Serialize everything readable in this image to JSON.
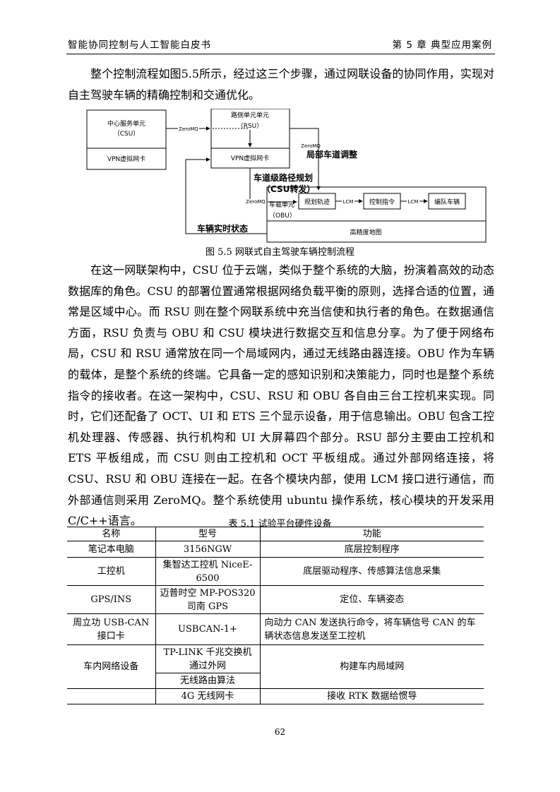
{
  "header": {
    "left": "智能协同控制与人工智能白皮书",
    "right": "第 5 章 典型应用案例"
  },
  "intro_paragraph": "整个控制流程如图5.5所示，经过这三个步骤，通过网联设备的协同作用，实现对自主驾驶车辆的精确控制和交通优化。",
  "figure": {
    "caption": "图 5.5 网联式自主驾驶车辆控制流程",
    "csu_title": "中心服务单元",
    "csu_sub": "（CSU）",
    "csu_vpn": "VPN虚拟网卡",
    "rsu_title": "路侧单元单元",
    "rsu_sub": "（RSU）",
    "rsu_vpn": "VPN虚拟网卡",
    "zeromq_1": "ZeroMQ",
    "zeromq_2": "ZeroMQ",
    "zeromq_3": "ZeroMQ",
    "local_adjust": "局部车道调整",
    "lane_plan_1": "车道级路径规划",
    "lane_plan_2": "（CSU转发）",
    "obu_title": "车载单元",
    "obu_sub": "（OBU）",
    "plan_track": "规划轨迹",
    "lcm_1": "LCM",
    "control_cmd": "控制指令",
    "lcm_2": "LCM",
    "platoon": "编队车辆",
    "vehicle_state": "车辆实时状态",
    "hd_map": "高精度地图"
  },
  "body_paragraph": "在这一网联架构中，CSU 位于云端，类似于整个系统的大脑，扮演着高效的动态数据库的角色。CSU 的部署位置通常根据网络负载平衡的原则，选择合适的位置，通常是区域中心。而 RSU 则在整个网联系统中充当信使和执行者的角色。在数据通信方面，RSU 负责与 OBU 和 CSU 模块进行数据交互和信息分享。为了便于网络布局，CSU 和 RSU 通常放在同一个局域网内，通过无线路由器连接。OBU 作为车辆的载体，是整个系统的终端。它具备一定的感知识别和决策能力，同时也是整个系统指令的接收者。在这一架构中，CSU、RSU 和 OBU 各自由三台工控机来实现。同时，它们还配备了 OCT、UI 和 ETS 三个显示设备，用于信息输出。OBU 包含工控机处理器、传感器、执行机构和 UI 大屏幕四个部分。RSU 部分主要由工控机和 ETS 平板组成，而 CSU 则由工控机和 OCT 平板组成。通过外部网络连接，将 CSU、RSU 和 OBU 连接在一起。在各个模块内部，使用 LCM 接口进行通信，而外部通信则采用 ZeroMQ。整个系统使用 ubuntu 操作系统，核心模块的开发采用 C/C++语言。",
  "table": {
    "caption": "表 5.1 试验平台硬件设备",
    "headers": [
      "名称",
      "型号",
      "功能"
    ],
    "rows": [
      {
        "name": "笔记本电脑",
        "model": "3156NGW",
        "function": "底层控制程序"
      },
      {
        "name": "工控机",
        "model": "集智达工控机 NiceE-6500",
        "function": "底层驱动程序、传感算法信息采集"
      },
      {
        "name": "GPS/INS",
        "model": "迈普时空 MP-POS320 司南 GPS",
        "function": "定位、车辆姿态"
      },
      {
        "name": "周立功 USB-CAN 接口卡",
        "model": "USBCAN-1+",
        "function": "向动力 CAN 发送执行命令，将车辆信号 CAN 的车辆状态信息发送至工控机"
      },
      {
        "name": "车内网络设备",
        "model": "TP-LINK 千兆交换机通过外网",
        "function": "构建车内局域网"
      },
      {
        "name": "",
        "model": "无线路由算法",
        "function": ""
      },
      {
        "name": "",
        "model": "4G 无线网卡",
        "function": "接收 RTK 数据给惯导"
      }
    ]
  },
  "page_number": "62"
}
